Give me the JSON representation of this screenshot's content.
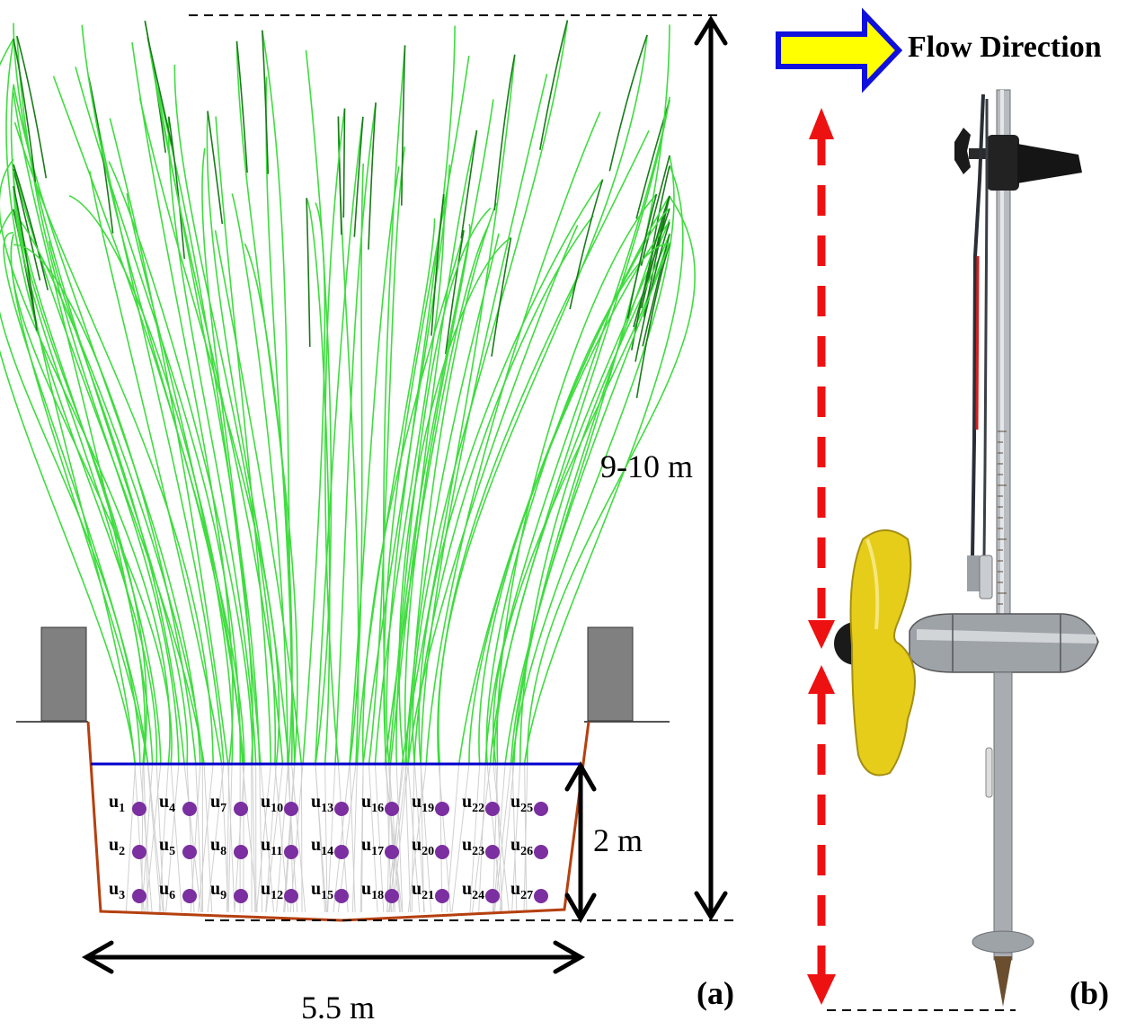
{
  "dimensions": {
    "vegetation_height": "9-10 m",
    "water_depth": "2 m",
    "channel_width": "5.5 m"
  },
  "panels": {
    "a": "(a)",
    "b": "(b)"
  },
  "flow_label": "Flow Direction",
  "probe_prefix": "u",
  "probes": [
    "1",
    "2",
    "3",
    "4",
    "5",
    "6",
    "7",
    "8",
    "9",
    "10",
    "11",
    "12",
    "13",
    "14",
    "15",
    "16",
    "17",
    "18",
    "19",
    "20",
    "21",
    "22",
    "23",
    "24",
    "25",
    "26",
    "27"
  ],
  "colors": {
    "reed_light": "#3fdc3f",
    "reed_dark": "#1a7a1a",
    "water_surface": "#0000cc",
    "channel_bed": "#b5400f",
    "probe_dot": "#7b2fa0",
    "wall": "#808080",
    "arrow_red": "#ee1111",
    "flow_arrow_fill": "#ffff00",
    "flow_arrow_stroke": "#1010dd",
    "propeller": "#e6cd1a"
  }
}
